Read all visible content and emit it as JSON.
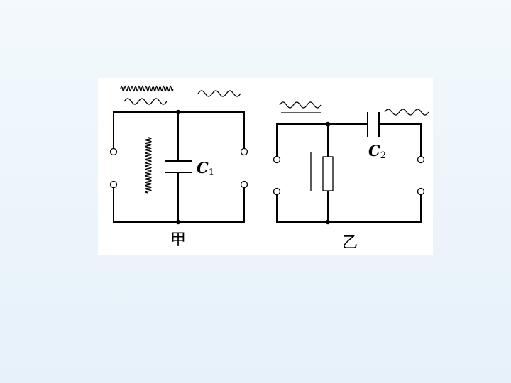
{
  "figure_a": {
    "capacitor_symbol": "C",
    "capacitor_subscript": "1",
    "caption": "甲"
  },
  "figure_b": {
    "capacitor_symbol": "C",
    "capacitor_subscript": "2",
    "caption": "乙"
  }
}
